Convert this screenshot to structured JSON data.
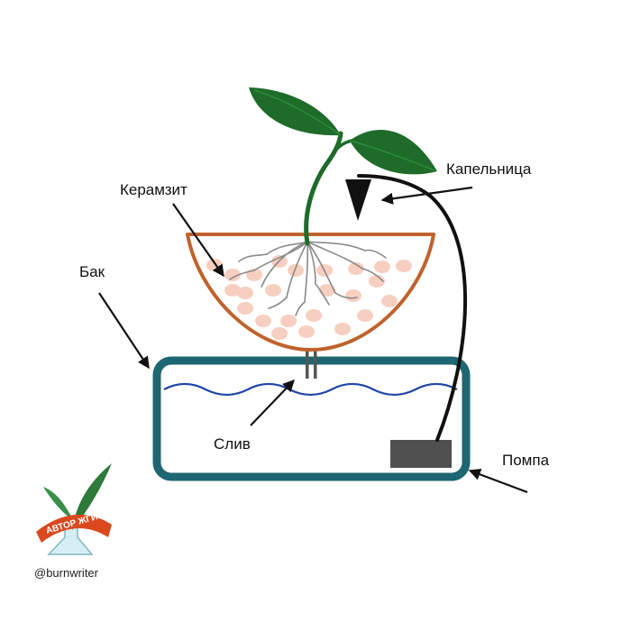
{
  "labels": {
    "keramzit": "Керамзит",
    "kapelnitsa": "Капельница",
    "bak": "Бак",
    "sliv": "Слив",
    "pompa": "Помпа"
  },
  "logo": {
    "stamp_text": "АВТОР ЖГИ!",
    "handle": "@burnwriter"
  },
  "colors": {
    "tank": "#1e6672",
    "bowl": "#c0622d",
    "water": "#1f45a8",
    "leaf": "#1e6b2a",
    "pebble": "#f7cfc0",
    "pump": "#505050",
    "roots": "#8a8a8a"
  }
}
